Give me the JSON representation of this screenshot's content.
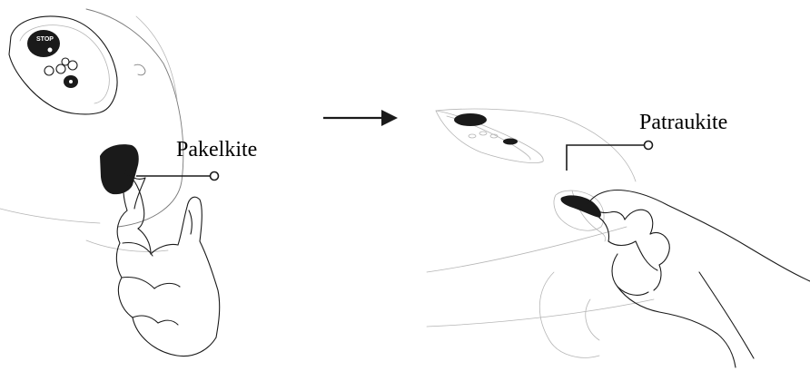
{
  "labels": {
    "left": "Pakelkite",
    "right": "Patraukite"
  },
  "device": {
    "stop_button": "STOP"
  },
  "icons": [
    "arrow-right-icon",
    "hand-icon",
    "stop-button-icon",
    "handle-tab-icon"
  ],
  "colors": {
    "ink": "#1a1a1a",
    "background": "#ffffff",
    "light_line": "#b5b5b5"
  }
}
